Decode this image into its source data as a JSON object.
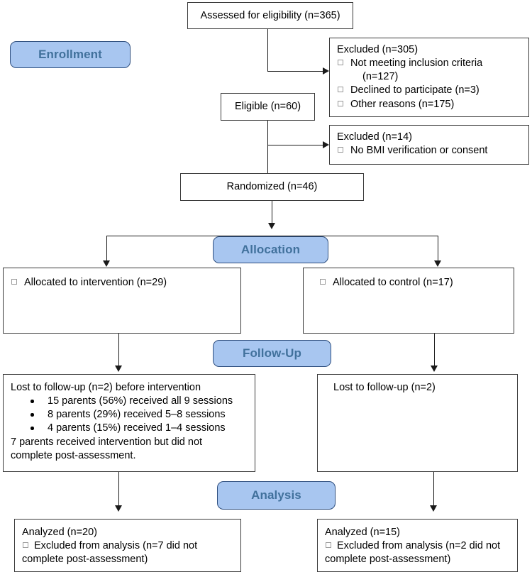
{
  "diagram": {
    "title": "CONSORT participant flow diagram",
    "colors": {
      "stage_fill": "#a8c6f0",
      "stage_border": "#2f4f7f",
      "stage_text": "#41719c",
      "box_border": "#3a3a3a",
      "line": "#1a1a1a",
      "background": "#ffffff"
    }
  },
  "stages": {
    "enrollment": "Enrollment",
    "allocation": "Allocation",
    "followup": "Follow-Up",
    "analysis": "Analysis"
  },
  "nodes": {
    "assessed": {
      "text": "Assessed for eligibility (n=365)"
    },
    "excluded_1": {
      "heading": "Excluded (n=305)",
      "items": [
        "Not meeting inclusion criteria",
        "Declined to participate (n=3)",
        "Other reasons (n=175)"
      ],
      "item_continuation": "(n=127)"
    },
    "eligible": {
      "text": "Eligible (n=60)"
    },
    "excluded_2": {
      "heading": "Excluded (n=14)",
      "items": [
        "No BMI verification or consent"
      ]
    },
    "randomized": {
      "text": "Randomized (n=46)"
    },
    "alloc_intervention": {
      "items": [
        "Allocated to intervention (n=29)"
      ]
    },
    "alloc_control": {
      "items": [
        "Allocated to control (n=17)"
      ]
    },
    "followup_intervention": {
      "heading": "Lost to follow-up (n=2) before intervention",
      "bullets": [
        "15 parents (56%) received all 9 sessions",
        "8 parents (29%) received 5–8 sessions",
        "4 parents (15%) received 1–4 sessions"
      ],
      "footer_line_1": "7 parents received intervention but did not",
      "footer_line_2": "complete post-assessment."
    },
    "followup_control": {
      "heading": "Lost to follow-up (n=2)"
    },
    "analyzed_intervention": {
      "heading": "Analyzed (n=20)",
      "excluded_line_1": "Excluded from analysis (n=7 did not",
      "excluded_line_2": "complete post-assessment)"
    },
    "analyzed_control": {
      "heading": "Analyzed (n=15)",
      "excluded_line_1": "Excluded from analysis (n=2 did not",
      "excluded_line_2": "complete post-assessment)"
    }
  },
  "chart_data": {
    "type": "diagram",
    "title": "CONSORT flow diagram",
    "flow": [
      {
        "stage": "Enrollment",
        "node": "Assessed for eligibility",
        "n": 365
      },
      {
        "stage": "Enrollment",
        "node": "Excluded",
        "n": 305,
        "reasons": [
          {
            "label": "Not meeting inclusion criteria",
            "n": 127
          },
          {
            "label": "Declined to participate",
            "n": 3
          },
          {
            "label": "Other reasons",
            "n": 175
          }
        ]
      },
      {
        "stage": "Enrollment",
        "node": "Eligible",
        "n": 60
      },
      {
        "stage": "Enrollment",
        "node": "Excluded",
        "n": 14,
        "reasons": [
          {
            "label": "No BMI verification or consent",
            "n": null
          }
        ]
      },
      {
        "stage": "Enrollment",
        "node": "Randomized",
        "n": 46
      },
      {
        "stage": "Allocation",
        "node": "Allocated to intervention",
        "n": 29
      },
      {
        "stage": "Allocation",
        "node": "Allocated to control",
        "n": 17
      },
      {
        "stage": "Follow-Up",
        "node": "Lost to follow-up (intervention, before intervention)",
        "n": 2,
        "detail": [
          {
            "label": "received all 9 sessions",
            "parents": 15,
            "percent": 56
          },
          {
            "label": "received 5–8 sessions",
            "parents": 8,
            "percent": 29
          },
          {
            "label": "received 1–4 sessions",
            "parents": 4,
            "percent": 15
          },
          {
            "label": "received intervention but did not complete post-assessment",
            "parents": 7,
            "percent": null
          }
        ]
      },
      {
        "stage": "Follow-Up",
        "node": "Lost to follow-up (control)",
        "n": 2
      },
      {
        "stage": "Analysis",
        "node": "Analyzed (intervention)",
        "n": 20,
        "excluded": {
          "n": 7,
          "reason": "did not complete post-assessment"
        }
      },
      {
        "stage": "Analysis",
        "node": "Analyzed (control)",
        "n": 15,
        "excluded": {
          "n": 2,
          "reason": "did not complete post-assessment"
        }
      }
    ]
  }
}
